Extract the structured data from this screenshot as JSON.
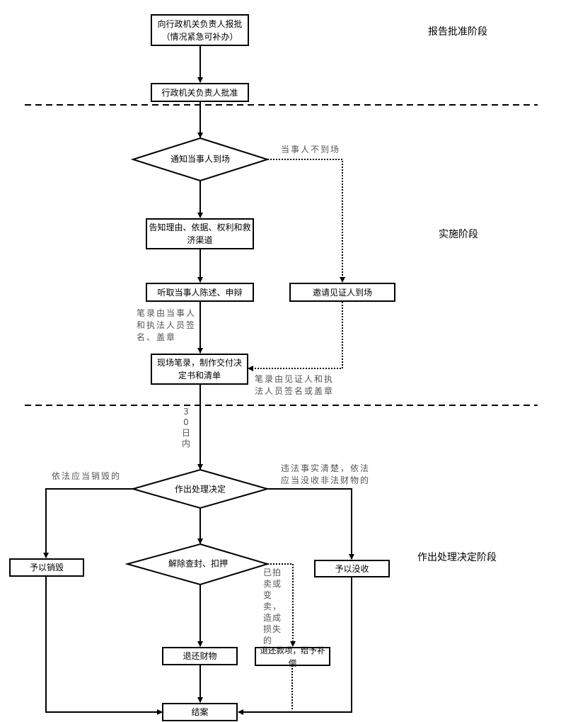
{
  "stages": {
    "report": "报告批准阶段",
    "implement": "实施阶段",
    "decision": "作出处理决定阶段"
  },
  "nodes": {
    "report_box": "向行政机关负责人报批\n（情况紧急可补办）",
    "approve_box": "行政机关负责人批准",
    "notify_diamond": "通知当事人到场",
    "inform_box": "告知理由、依据、权利和救济渠道",
    "hear_box": "听取当事人陈述、申辩",
    "witness_box": "邀请见证人到场",
    "record_box": "现场笔录，制作交付决定书和清单",
    "decide_diamond": "作出处理决定",
    "destroy_box": "予以销毁",
    "release_diamond": "解除查封、扣押",
    "confiscate_box": "予以没收",
    "return_goods_box": "退还财物",
    "compensate_box": "退还款项，给予补偿",
    "close_box": "结案"
  },
  "notes": {
    "absent": "当事人不到场",
    "party_sign": "笔录由当事人和执法人员签名、盖章",
    "witness_sign": "笔录由见证人和执法人员签名或盖章",
    "within_30_days": "30日内",
    "destroy_condition": "依法应当销毁的",
    "confiscate_condition": "违法事实清楚，依法应当没收非法财物的",
    "sold_condition": "已拍卖或变卖，造成损失的"
  }
}
